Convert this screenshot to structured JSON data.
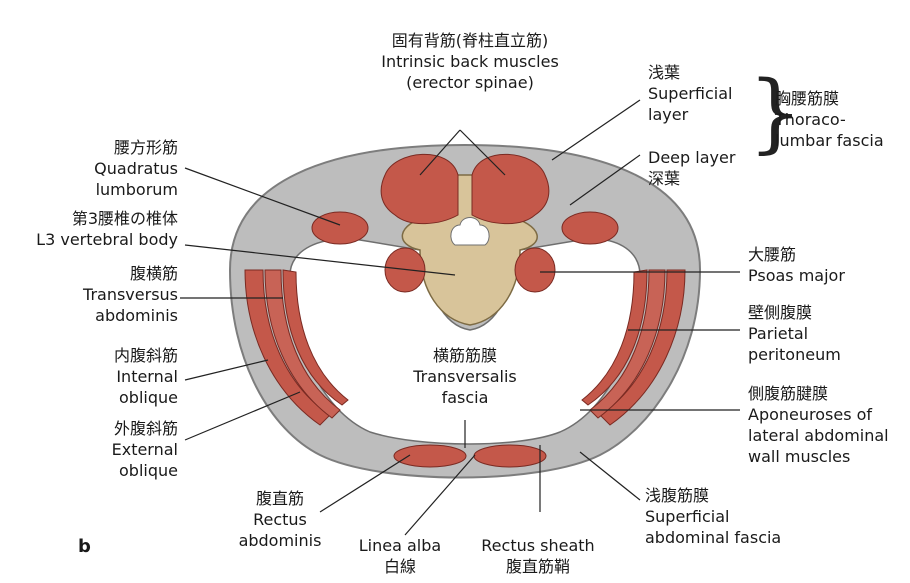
{
  "labels": {
    "erector": {
      "jp": "固有背筋(脊柱直立筋)",
      "en1": "Intrinsic back muscles",
      "en2": "(erector spinae)"
    },
    "superficial": {
      "jp": "浅葉",
      "en1": "Superficial",
      "en2": "layer"
    },
    "deep": {
      "en": "Deep layer",
      "jp": "深葉"
    },
    "thoracolumbar": {
      "jp": "胸腰筋膜",
      "en1": "Thoraco-",
      "en2": "lumbar fascia"
    },
    "quadratus": {
      "jp": "腰方形筋",
      "en1": "Quadratus",
      "en2": "lumborum"
    },
    "vertebra": {
      "jp": "第3腰椎の椎体",
      "en": "L3 vertebral body"
    },
    "transversus": {
      "jp": "腹横筋",
      "en1": "Transversus",
      "en2": "abdominis"
    },
    "internal": {
      "jp": "内腹斜筋",
      "en1": "Internal",
      "en2": "oblique"
    },
    "external": {
      "jp": "外腹斜筋",
      "en1": "External",
      "en2": "oblique"
    },
    "psoas": {
      "jp": "大腰筋",
      "en": "Psoas major"
    },
    "peritoneum": {
      "jp": "壁側腹膜",
      "en1": "Parietal",
      "en2": "peritoneum"
    },
    "transversalis": {
      "jp": "横筋筋膜",
      "en1": "Transversalis",
      "en2": "fascia"
    },
    "aponeuroses": {
      "jp": "側腹筋腱膜",
      "en1": "Aponeuroses of",
      "en2": "lateral abdominal",
      "en3": "wall muscles"
    },
    "superficial_fascia": {
      "jp": "浅腹筋膜",
      "en1": "Superficial",
      "en2": "abdominal fascia"
    },
    "rectus": {
      "jp": "腹直筋",
      "en1": "Rectus",
      "en2": "abdominis"
    },
    "linea": {
      "en": "Linea alba",
      "jp": "白線"
    },
    "sheath": {
      "en": "Rectus sheath",
      "jp": "腹直筋鞘"
    }
  },
  "panel_letter": "b",
  "colors": {
    "muscle": "#c4584a",
    "muscle_dark": "#9e3c32",
    "fascia": "#b6b6b6",
    "bone": "#d8c49a",
    "outline": "#8c8c8c"
  }
}
